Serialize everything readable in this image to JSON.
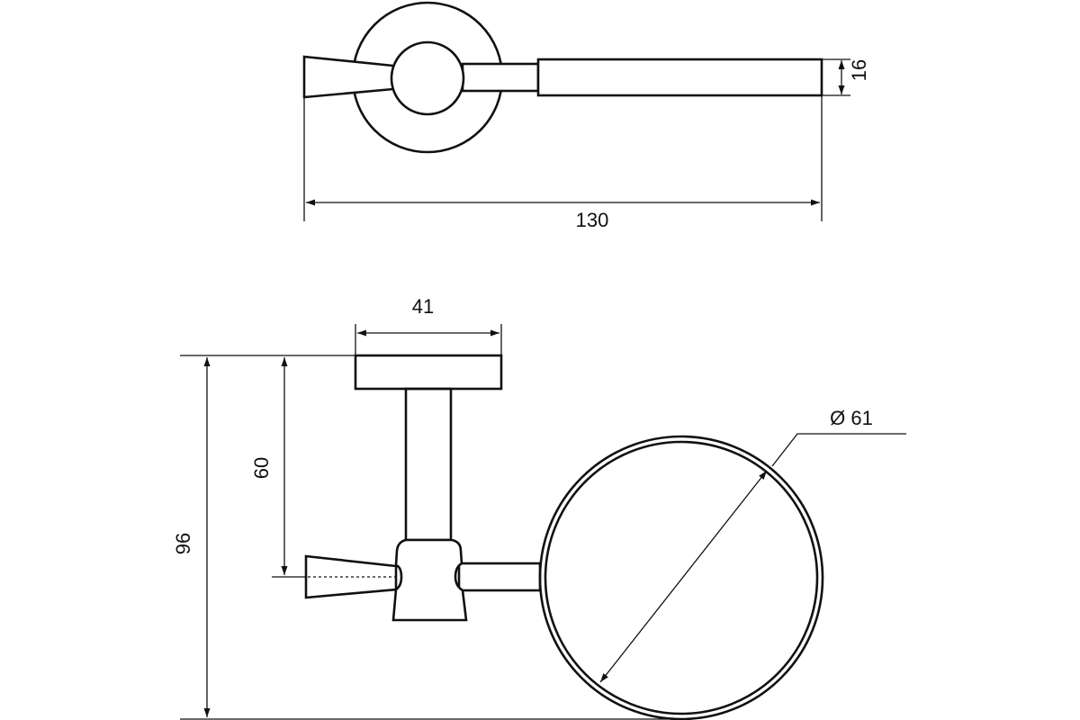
{
  "dimensions": {
    "top_length": "130",
    "top_height": "16",
    "flange_width": "41",
    "handle_height": "60",
    "total_height": "96",
    "ring_diameter": "Ø 61"
  },
  "colors": {
    "line": "#111111",
    "background": "#ffffff"
  }
}
